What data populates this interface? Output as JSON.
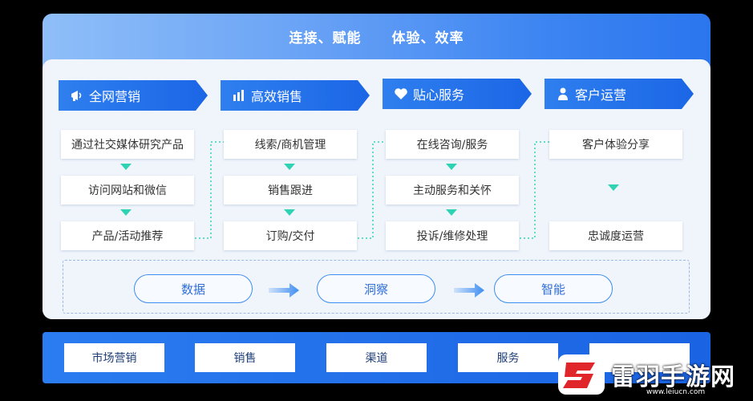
{
  "header": {
    "title_left": "连接、赋能",
    "title_right": "体验、效率"
  },
  "columns": [
    {
      "title": "全网营销",
      "icon": "megaphone-icon",
      "items": [
        "通过社交媒体研究产品",
        "访问网站和微信",
        "产品/活动推荐"
      ]
    },
    {
      "title": "高效销售",
      "icon": "bar-chart-icon",
      "items": [
        "线索/商机管理",
        "销售跟进",
        "订购/交付"
      ]
    },
    {
      "title": "贴心服务",
      "icon": "heart-icon",
      "items": [
        "在线咨询/服务",
        "主动服务和关怀",
        "投诉/维修处理"
      ]
    },
    {
      "title": "客户运营",
      "icon": "user-icon",
      "items": [
        "客户体验分享",
        "忠诚度运营"
      ]
    }
  ],
  "flow": [
    "数据",
    "洞察",
    "智能"
  ],
  "bottom": [
    "市场营销",
    "销售",
    "渠道",
    "服务"
  ],
  "watermark": {
    "text": "雷羽手游网",
    "url": "www.leiucn.com"
  },
  "colors": {
    "accent": "#1b66e6",
    "teal": "#2fd3b3",
    "panel_bg": "#f0f5fc"
  }
}
